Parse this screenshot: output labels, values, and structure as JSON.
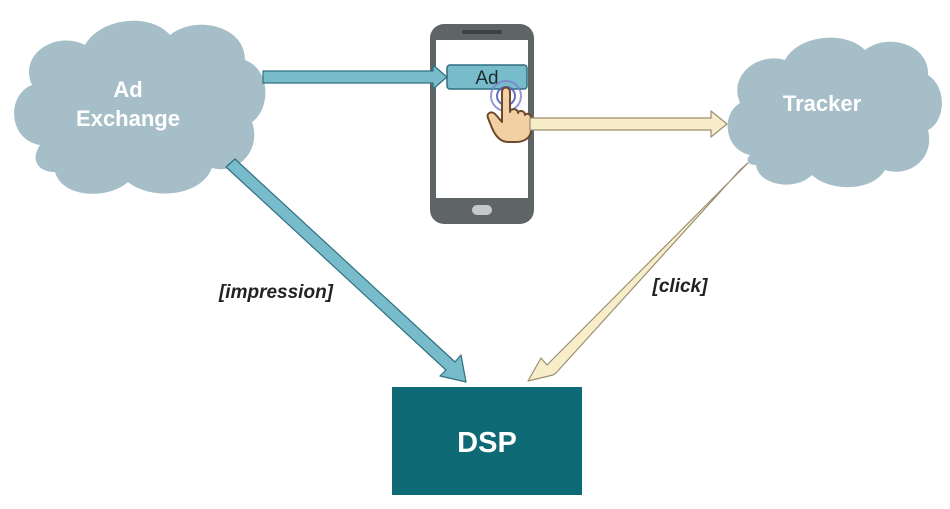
{
  "nodes": {
    "ad_exchange": {
      "line1": "Ad",
      "line2": "Exchange"
    },
    "tracker": {
      "label": "Tracker"
    },
    "dsp": {
      "label": "DSP"
    },
    "phone_ad": {
      "label": "Ad"
    }
  },
  "edges": {
    "impression": {
      "label": "[impression]"
    },
    "click": {
      "label": "[click]"
    }
  },
  "colors": {
    "cloud": "#a6bec8",
    "dsp": "#0e6a74",
    "blue_arrow": "#78bccb",
    "blue_arrow_stroke": "#2f6f80",
    "cream_arrow": "#f7edc9",
    "cream_arrow_stroke": "#9a8f70",
    "phone_body": "#5f6466",
    "phone_screen": "#ffffff",
    "ad_bar": "#78bccb"
  },
  "icons": {
    "phone": "smartphone-icon",
    "hand": "tap-hand-icon"
  }
}
